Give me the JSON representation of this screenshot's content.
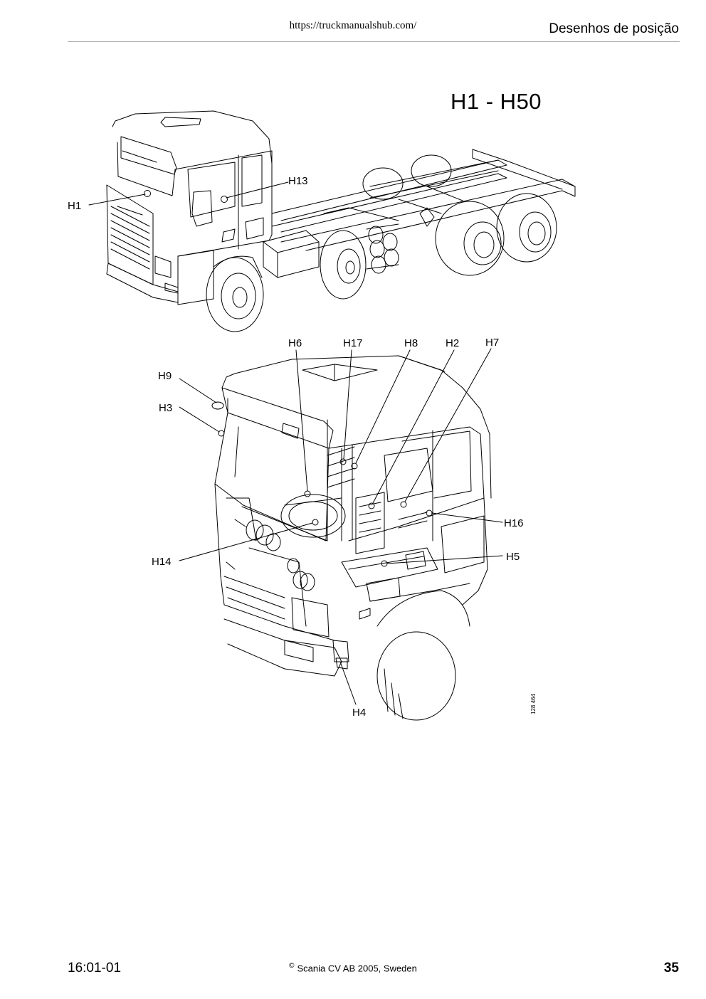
{
  "header": {
    "url": "https://truckmanualshub.com/",
    "section_title": "Desenhos de posição"
  },
  "title": "H1 - H50",
  "figure_number": "128 464",
  "callouts": {
    "h1": "H1",
    "h13": "H13",
    "h6": "H6",
    "h17": "H17",
    "h8": "H8",
    "h2": "H2",
    "h7": "H7",
    "h9": "H9",
    "h3": "H3",
    "h16": "H16",
    "h14": "H14",
    "h5": "H5",
    "h4": "H4"
  },
  "footer": {
    "code": "16:01-01",
    "copyright_symbol": "©",
    "copyright": "Scania CV AB 2005, Sweden",
    "page_number": "35"
  }
}
